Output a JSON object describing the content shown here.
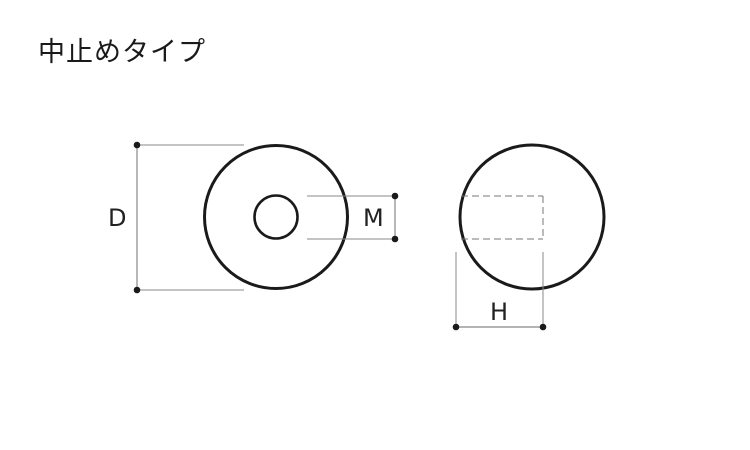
{
  "title": "中止めタイプ",
  "labels": {
    "D": "D",
    "M": "M",
    "H": "H"
  },
  "colors": {
    "outline": "#1a1a1a",
    "dimension_line": "#777777",
    "dot": "#1a1a1a",
    "background": "#ffffff"
  }
}
